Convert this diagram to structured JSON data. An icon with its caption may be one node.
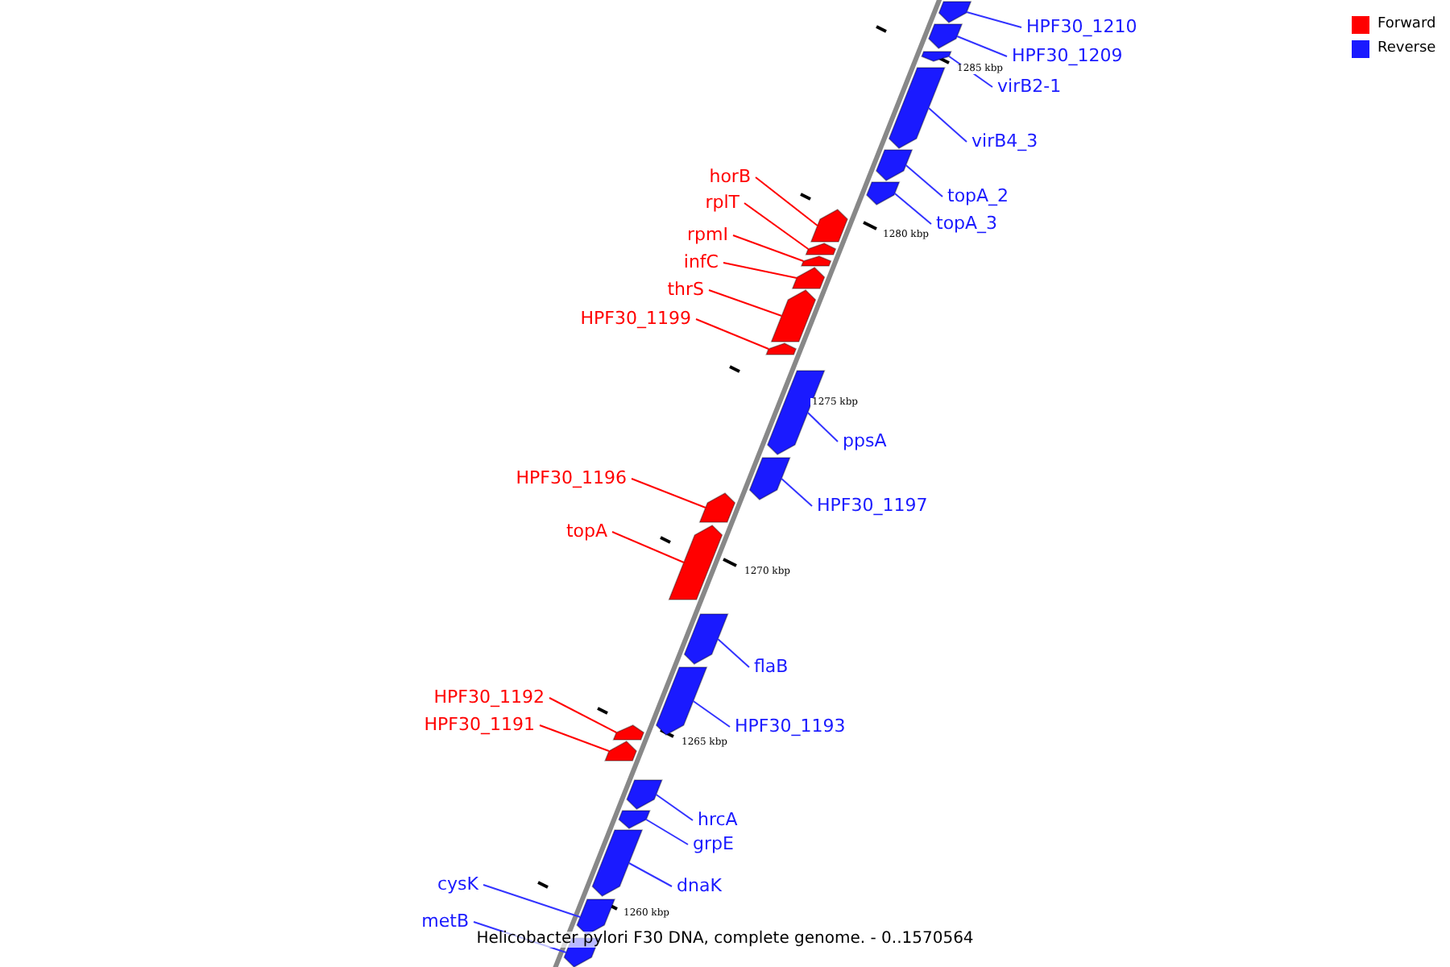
{
  "diagram": {
    "caption": "Helicobacter pylori F30 DNA, complete genome. - 0..1570564",
    "nodes": [
      {
        "text": [
          "HPF30_1210"
        ]
      },
      {
        "text": [],
        "shape": "bar"
      },
      {
        "text": [
          "HPF30_1209"
        ]
      },
      {
        "text": [],
        "shape": "bar"
      },
      {
        "text": [
          "virB2-1"
        ]
      },
      {
        "text": [],
        "shape": "bar"
      },
      {
        "text": [
          "virB4_3"
        ]
      },
      {
        "text": [],
        "shape": "bar"
      },
      {
        "text": [
          "topA_2"
        ]
      },
      {
        "text": [],
        "shape": "bar"
      },
      {
        "text": [
          "topA_3"
        ]
      },
      {
        "text": [],
        "shape": "bar"
      },
      {
        "text": [
          "horB"
        ]
      },
      {
        "text": [],
        "shape": "bar"
      },
      {
        "text": [
          "rplT"
        ]
      },
      {
        "text": [],
        "shape": "bar"
      },
      {
        "text": [
          "rpmI"
        ]
      },
      {
        "text": [],
        "shape": "bar"
      },
      {
        "text": [
          "infC"
        ]
      },
      {
        "text": [],
        "shape": "bar"
      },
      {
        "text": [
          "thrS"
        ]
      },
      {
        "text": [],
        "shape": "bar"
      },
      {
        "text": [
          "HPF30_1199"
        ]
      },
      {
        "text": [],
        "shape": "bar"
      },
      {
        "text": [
          "ppsA"
        ]
      },
      {
        "text": [],
        "shape": "bar"
      },
      {
        "text": [
          "HPF30_1197"
        ]
      },
      {
        "text": [],
        "shape": "bar"
      },
      {
        "text": [
          "HPF30_1196"
        ]
      },
      {
        "text": [],
        "shape": "bar"
      },
      {
        "text": [
          "topA"
        ]
      },
      {
        "text": [],
        "shape": "bar"
      },
      {
        "text": [
          "flaB"
        ]
      },
      {
        "text": [],
        "shape": "bar"
      },
      {
        "text": [
          "HPF30_1193"
        ]
      },
      {
        "text": [],
        "shape": "bar"
      },
      {
        "text": [
          "HPF30_1192"
        ]
      },
      {
        "text": [],
        "shape": "bar"
      },
      {
        "text": [
          "HPF30_1191"
        ]
      },
      {
        "text": [],
        "shape": "bar"
      },
      {
        "text": [
          "hrcA"
        ]
      },
      {
        "text": [],
        "shape": "bar"
      },
      {
        "text": [
          "grpE"
        ]
      },
      {
        "text": [],
        "shape": "bar"
      },
      {
        "text": [
          "dnaK"
        ]
      },
      {
        "text": [],
        "shape": "bar"
      },
      {
        "text": [
          "cysK"
        ]
      },
      {
        "text": [],
        "shape": "bar"
      },
      {
        "text": [
          "metB"
        ]
      },
      {
        "text": [],
        "shape": "bar"
      }
    ],
    "edges": [
      {
        "from": 0,
        "to": 1,
        "arrow": "none"
      },
      {
        "from": 2,
        "to": 3,
        "arrow": "none"
      },
      {
        "from": 4,
        "to": 5,
        "arrow": "none"
      },
      {
        "from": 6,
        "to": 7,
        "arrow": "none"
      },
      {
        "from": 8,
        "to": 9,
        "arrow": "none"
      },
      {
        "from": 10,
        "to": 11,
        "arrow": "none"
      },
      {
        "from": 12,
        "to": 13,
        "arrow": "none",
        "color": "#ff0000"
      },
      {
        "from": 14,
        "to": 15,
        "arrow": "none",
        "color": "#ff0000"
      },
      {
        "from": 16,
        "to": 17,
        "arrow": "none",
        "color": "#ff0000"
      },
      {
        "from": 18,
        "to": 19,
        "arrow": "none",
        "color": "#ff0000"
      },
      {
        "from": 20,
        "to": 21,
        "arrow": "none",
        "color": "#ff0000"
      },
      {
        "from": 22,
        "to": 23,
        "arrow": "none",
        "color": "#ff0000"
      },
      {
        "from": 24,
        "to": 25,
        "arrow": "none"
      },
      {
        "from": 26,
        "to": 27,
        "arrow": "none"
      },
      {
        "from": 28,
        "to": 29,
        "arrow": "none",
        "color": "#ff0000"
      },
      {
        "from": 30,
        "to": 31,
        "arrow": "none",
        "color": "#ff0000"
      },
      {
        "from": 32,
        "to": 33,
        "arrow": "none"
      },
      {
        "from": 34,
        "to": 35,
        "arrow": "none"
      },
      {
        "from": 36,
        "to": 37,
        "arrow": "none",
        "color": "#ff0000"
      },
      {
        "from": 38,
        "to": 39,
        "arrow": "none",
        "color": "#ff0000"
      },
      {
        "from": 40,
        "to": 41,
        "arrow": "none"
      },
      {
        "from": 42,
        "to": 43,
        "arrow": "none"
      },
      {
        "from": 44,
        "to": 45,
        "arrow": "none"
      },
      {
        "from": 46,
        "to": 47,
        "arrow": "none"
      },
      {
        "from": 48,
        "to": 49,
        "arrow": "none"
      }
    ],
    "labels": [
      "1285 kbp",
      "1280 kbp",
      "1275 kbp",
      "1270 kbp",
      "1265 kbp",
      "1260 kbp"
    ],
    "legend": [
      {
        "text": "Forward",
        "color": "#ff0000"
      },
      {
        "text": "Reverse",
        "color": "#1a1aff"
      }
    ]
  }
}
